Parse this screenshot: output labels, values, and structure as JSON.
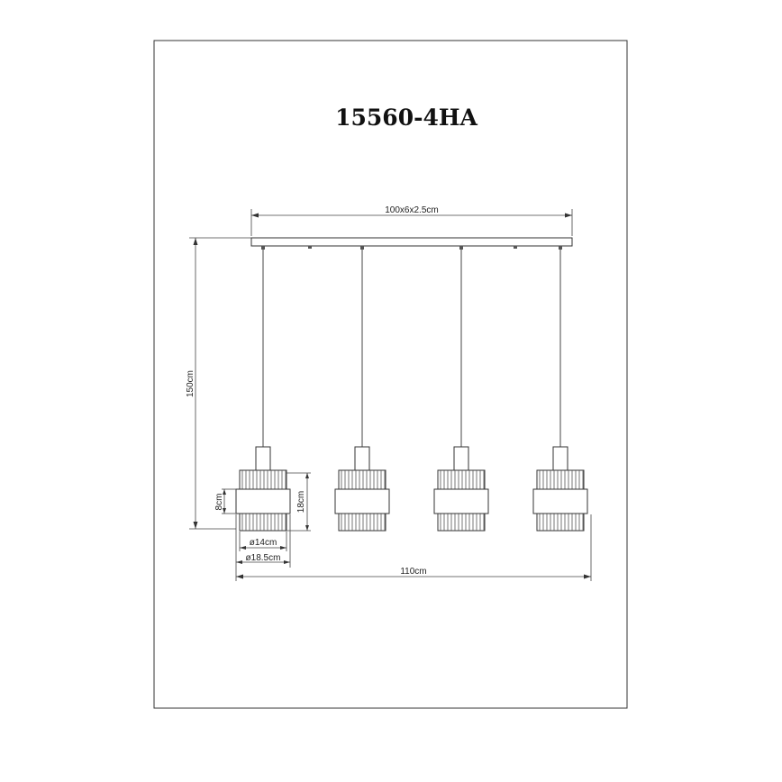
{
  "model": "15560-4HA",
  "dimensions": {
    "canopy": "100x6x2.5cm",
    "drop_height": "150cm",
    "overall_width": "110cm",
    "band_height": "8cm",
    "shade_height": "18cm",
    "inner_diameter": "ø14cm",
    "outer_diameter": "ø18.5cm"
  },
  "colors": {
    "line": "#333333",
    "background": "#ffffff"
  }
}
